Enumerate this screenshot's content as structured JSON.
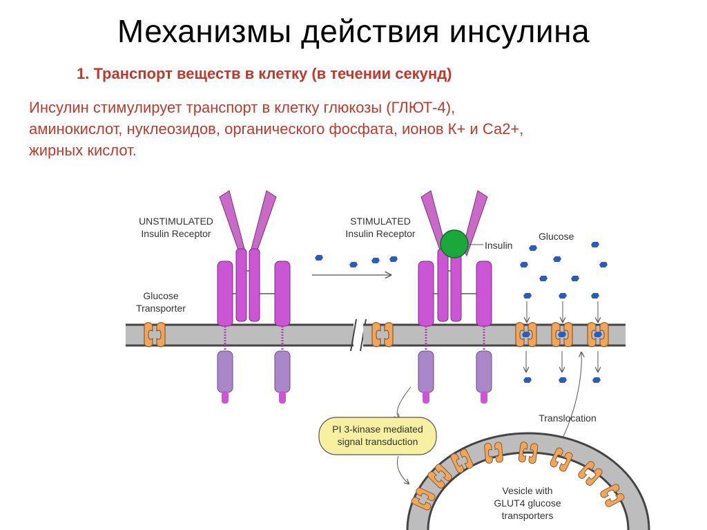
{
  "slide": {
    "title": "Механизмы действия инсулина",
    "subtitle": "1. Транспорт веществ в клетку (в течении секунд)",
    "body_lines": [
      "Инсулин стимулирует транспорт в клетку глюкозы (ГЛЮТ-4),",
      "аминокислот, нуклеозидов, органического фосфата, ионов К+ и Са2+,",
      "жирных кислот."
    ]
  },
  "diagram": {
    "unstimulated_label": [
      "UNSTIMULATED",
      "Insulin Receptor"
    ],
    "stimulated_label": [
      "STIMULATED",
      "Insulin Receptor"
    ],
    "glucose_transporter_label": [
      "Glucose",
      "Transporter"
    ],
    "insulin_label": "Insulin",
    "glucose_label": "Glucose",
    "pi3k_label": [
      "PI 3-kinase mediated",
      "signal transduction"
    ],
    "translocation_label": "Translocation",
    "vesicle_label": [
      "Vesicle with",
      "GLUT4 glucose",
      "transporters"
    ],
    "colors": {
      "receptor_alpha": "#c86bc6",
      "receptor_beta": "#cc55d6",
      "receptor_intracellular": "#a987c8",
      "membrane": "#bdbdbd",
      "transporter": "#f0a65a",
      "glucose": "#2a5bbf",
      "insulin": "#1aa83a",
      "pi3k_box": "#f6f0a0",
      "text_red": "#c0392b"
    }
  }
}
